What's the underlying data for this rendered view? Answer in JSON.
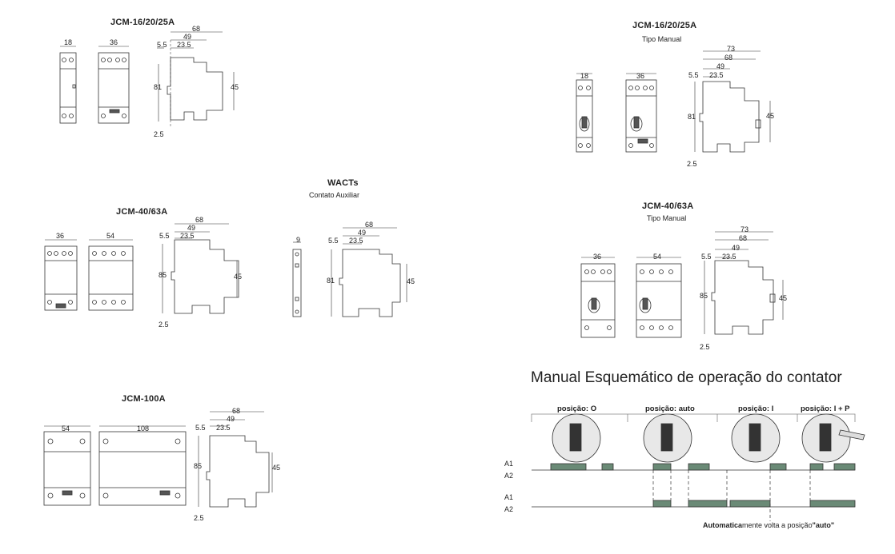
{
  "blocks": {
    "a": {
      "title": "JCM-16/20/25A",
      "dims": [
        "18",
        "36",
        "68",
        "49",
        "5.5",
        "23.5",
        "81",
        "45",
        "2.5"
      ]
    },
    "b": {
      "title": "JCM-40/63A",
      "dims": [
        "36",
        "54",
        "68",
        "49",
        "5.5",
        "23.5",
        "85",
        "45",
        "2.5"
      ]
    },
    "c": {
      "title": "JCM-100A",
      "dims": [
        "54",
        "108",
        "68",
        "49",
        "5.5",
        "23.5",
        "85",
        "45",
        "2.5"
      ]
    },
    "d": {
      "title": "WACTs",
      "subtitle": "Contato Auxiliar",
      "dims": [
        "9",
        "68",
        "49",
        "5.5",
        "23.5",
        "81",
        "45"
      ]
    },
    "e": {
      "title": "JCM-16/20/25A",
      "subtitle": "Tipo Manual",
      "dims": [
        "18",
        "36",
        "73",
        "68",
        "49",
        "5.5",
        "23.5",
        "81",
        "45",
        "2.5"
      ]
    },
    "f": {
      "title": "JCM-40/63A",
      "subtitle": "Tipo Manual",
      "dims": [
        "36",
        "54",
        "73",
        "68",
        "49",
        "5.5",
        "23.5",
        "85",
        "45",
        "2.5"
      ]
    }
  },
  "schematic": {
    "heading": "Manual Esquemático de operação do contator",
    "positions": [
      "posição: O",
      "posição: auto",
      "posição: I",
      "posição: I + P"
    ],
    "signals": [
      "A1",
      "A2",
      "A1",
      "A2"
    ],
    "note_bold": "Automatica",
    "note_rest": "mente volta a posição",
    "note_tail": "\"auto\""
  }
}
